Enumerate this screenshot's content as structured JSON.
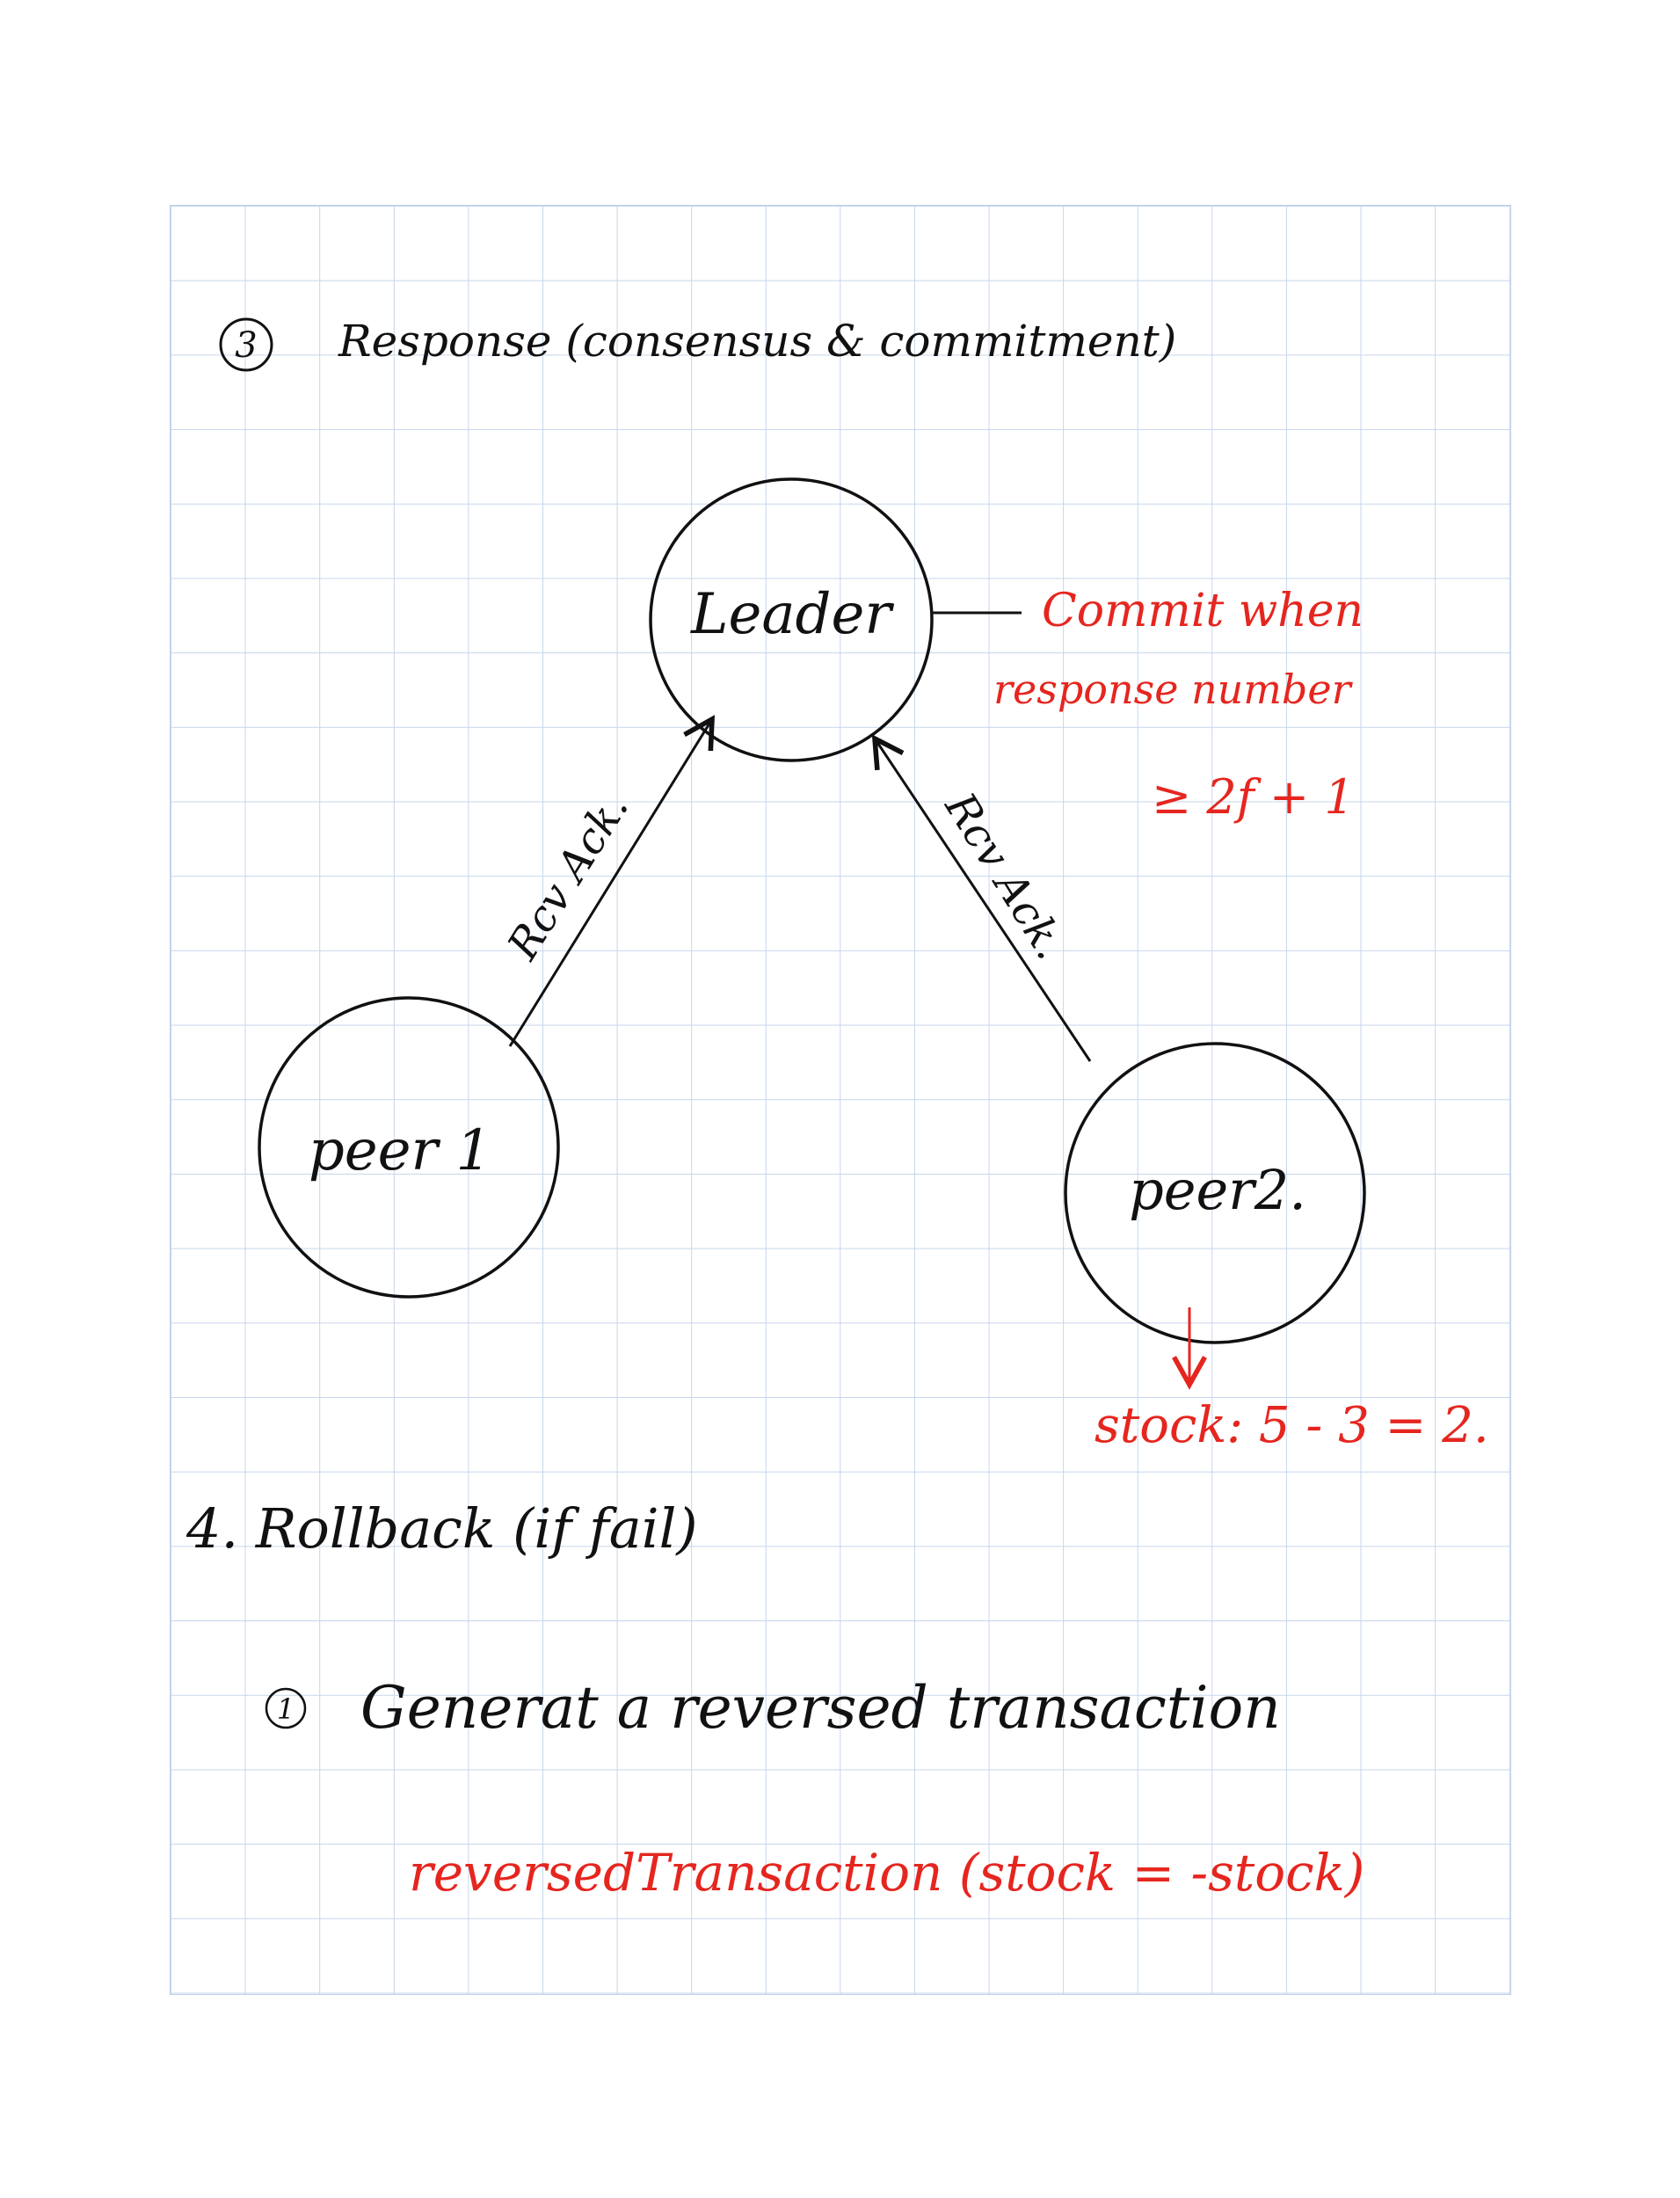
{
  "ink": {
    "black": "#111111",
    "red": "#e5261f",
    "grid": "#c6d6ec"
  },
  "section3": {
    "number": "3",
    "title": "Response (consensus & commitment)"
  },
  "nodes": {
    "leader": "Leader",
    "peer1": "peer 1",
    "peer2": "peer2."
  },
  "edges": {
    "peer1_to_leader": "Rcv Ack.",
    "peer2_to_leader": "Rcv Ack."
  },
  "commit_note": {
    "line1": "Commit when",
    "line2": "response number",
    "line3": "≥ 2f + 1"
  },
  "stock_note": "stock: 5 - 3 = 2.",
  "section4": {
    "title": "4. Rollback (if fail)",
    "step1_number": "1",
    "step1_text": "Generat a reversed transaction",
    "code_note": "reversedTransaction (stock = -stock)"
  }
}
